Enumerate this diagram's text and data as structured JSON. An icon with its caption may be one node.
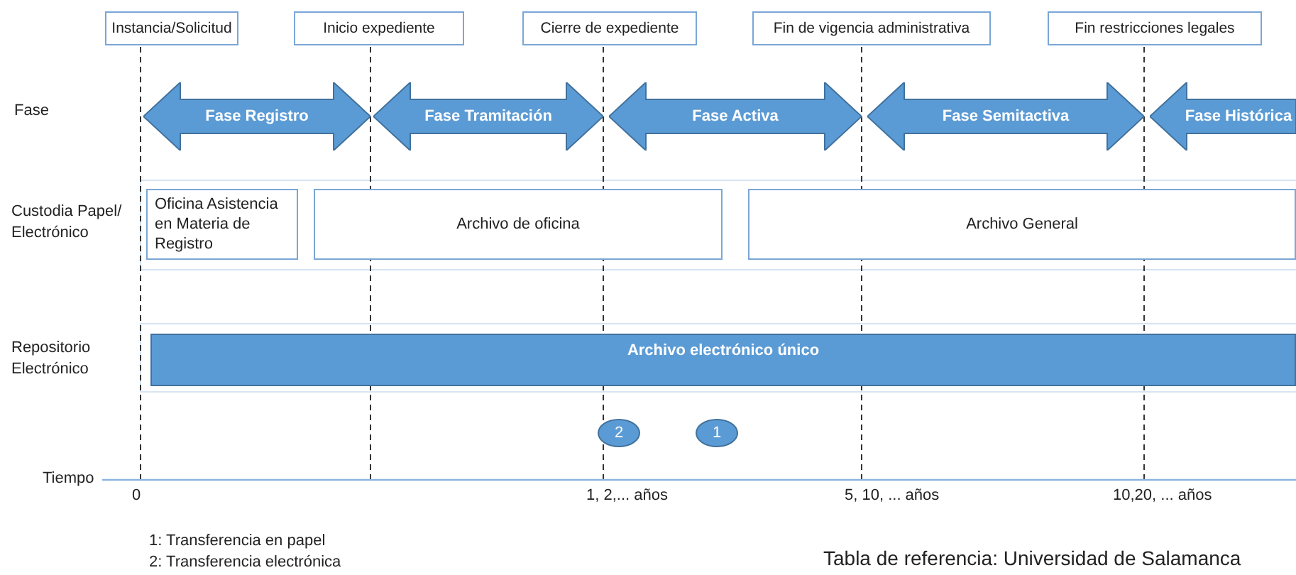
{
  "diagram": {
    "caption": "Tabla de referencia: Universidad de Salamanca",
    "nodes": [
      {
        "text": [
          "Instancia/Solicitud"
        ]
      },
      {
        "text": [
          "Inicio expediente"
        ]
      },
      {
        "text": [
          "Cierre de expediente"
        ]
      },
      {
        "text": [
          "Fin de vigencia administrativa"
        ]
      },
      {
        "text": [
          "Fin restricciones legales"
        ]
      },
      {
        "text": [
          "Fase Registro"
        ]
      },
      {
        "text": [
          "Fase Tramitación"
        ]
      },
      {
        "text": [
          "Fase Activa"
        ]
      },
      {
        "text": [
          "Fase Semitactiva"
        ]
      },
      {
        "text": [
          "Fase Histórica"
        ]
      },
      {
        "text": [
          "Oficina Asistencia en Materia de Registro"
        ]
      },
      {
        "text": [
          "Archivo de oficina"
        ]
      },
      {
        "text": [
          "Archivo General"
        ]
      },
      {
        "text": [
          "Archivo electrónico único"
        ]
      },
      {
        "text": [
          "2"
        ]
      },
      {
        "text": [
          "1"
        ]
      }
    ],
    "labels": [
      "Fase",
      "Custodia Papel/ Electrónico",
      "Repositorio Electrónico",
      "Tiempo",
      "0",
      "1, 2,... años",
      "5, 10, ... años",
      "10,20, ... años",
      "1: Transferencia en papel",
      "2: Transferencia electrónica"
    ]
  }
}
